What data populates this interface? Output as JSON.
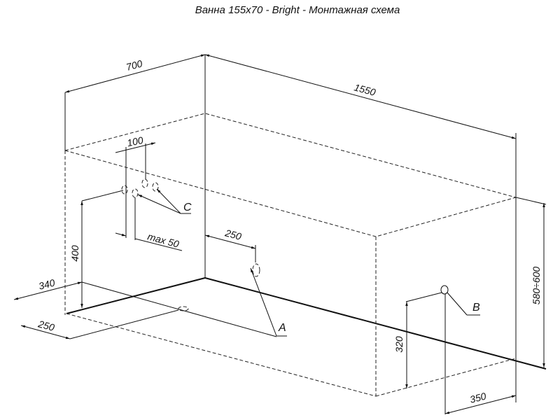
{
  "title": "Ванна 155x70 - Bright - Монтажная схема",
  "dimensions": {
    "width": "700",
    "length": "1550",
    "mixer_spacing": "100",
    "mixer_offset": "max 50",
    "mixer_height": "400",
    "side_340": "340",
    "side_250_bottom": "250",
    "drain_250": "250",
    "height": "580÷600",
    "b_height": "320",
    "b_offset": "350"
  },
  "labels": {
    "a": "A",
    "b": "B",
    "c": "C"
  }
}
